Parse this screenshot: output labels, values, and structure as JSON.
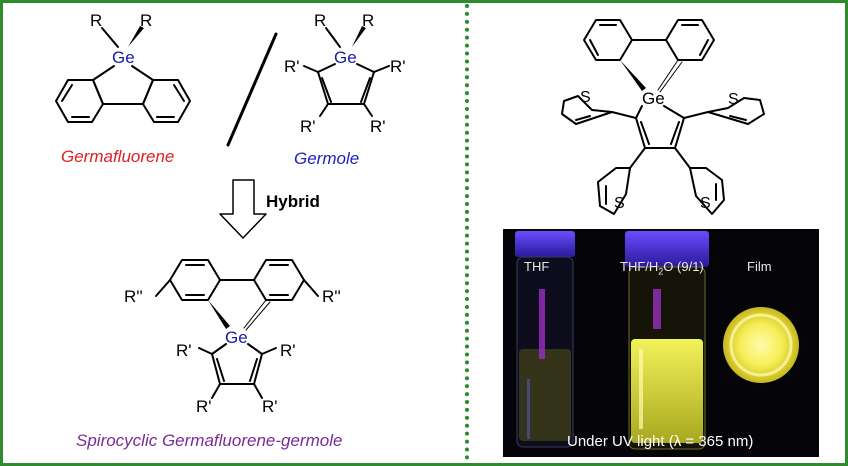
{
  "left_panel": {
    "label_germafluorene": "Germafluorene",
    "label_germole": "Germole",
    "label_hybrid": "Hybrid",
    "label_spiro": "Spirocyclic Germafluorene-germole",
    "atom_ge": "Ge",
    "sub_r": "R",
    "sub_r_prime": "R'",
    "sub_r_double": "R''",
    "colors": {
      "germafluorene": "#e02020",
      "germole": "#2020c0",
      "spiro": "#7a2a9a",
      "ge": "#1a1aa8"
    }
  },
  "right_panel": {
    "atom_ge": "Ge",
    "atom_s": "S",
    "photo": {
      "label_thf": "THF",
      "label_thf_h2o_main": "THF/H",
      "label_thf_h2o_sub": "2",
      "label_thf_h2o_rest": "O (9/1)",
      "label_film": "Film",
      "caption": "Under UV light (λ = 365 nm)"
    }
  },
  "frame": {
    "border_color": "#2e8b2e",
    "divider_color": "#2a8a2a"
  }
}
